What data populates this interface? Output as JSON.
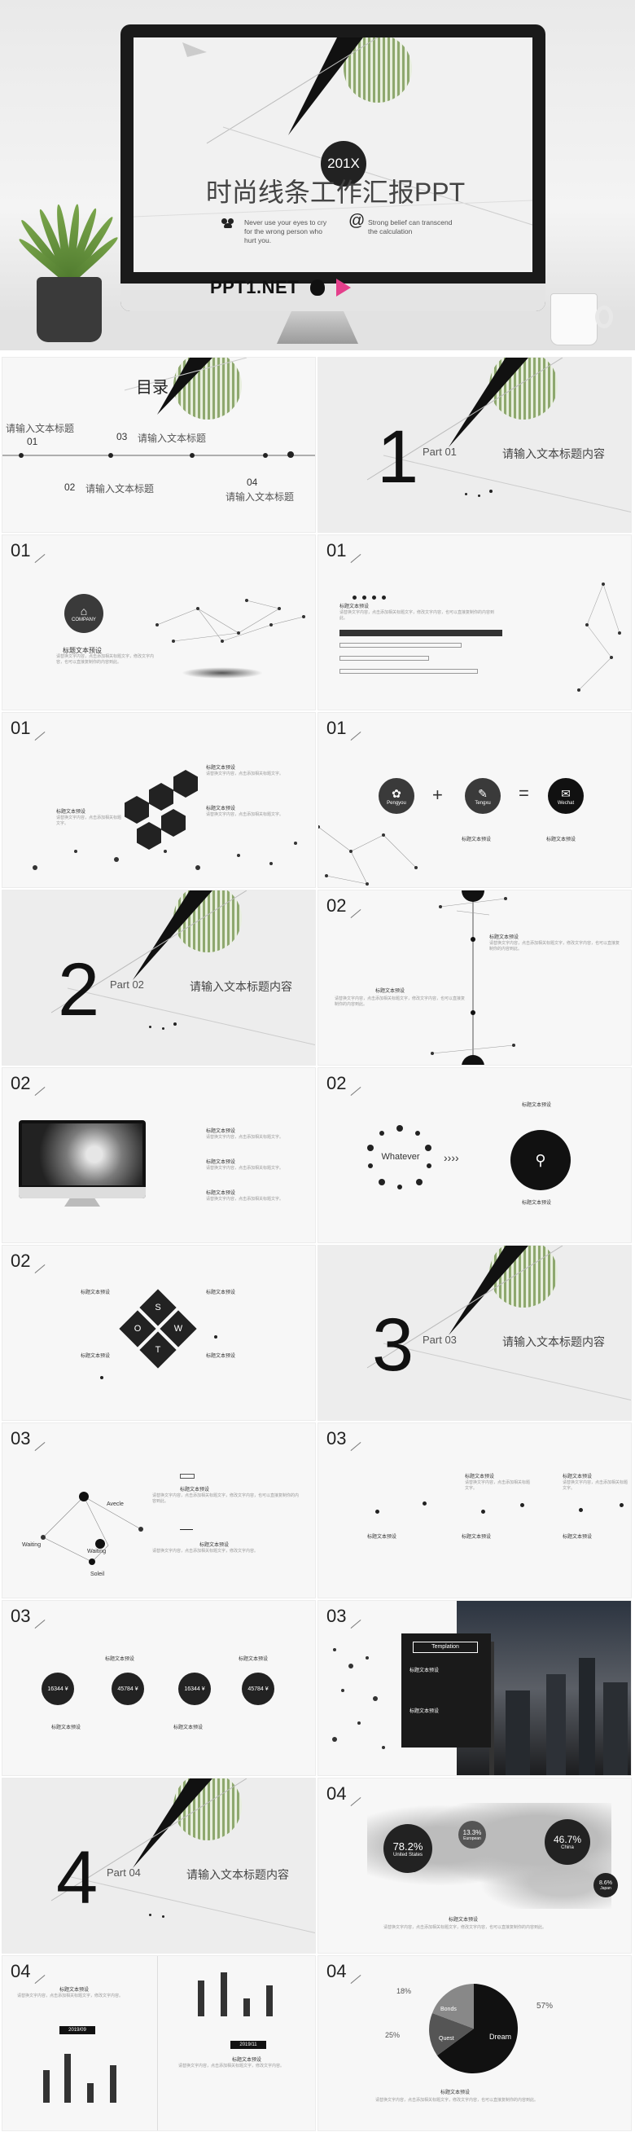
{
  "hero": {
    "badge": "201X",
    "title": "时尚线条工作汇报PPT",
    "note_left": "Never use your eyes to cry for the wrong person who hurt you.",
    "note_right": "Strong belief can transcend the calculation",
    "at_symbol": "@",
    "brand": "PPT1.NET"
  },
  "toc": {
    "title": "目录",
    "items": [
      {
        "num": "01",
        "label": "请输入文本标题"
      },
      {
        "num": "02",
        "label": "请输入文本标题"
      },
      {
        "num": "03",
        "label": "请输入文本标题"
      },
      {
        "num": "04",
        "label": "请输入文本标题"
      }
    ]
  },
  "sections": [
    {
      "big": "1",
      "part": "Part 01",
      "title": "请输入文本标题内容"
    },
    {
      "big": "2",
      "part": "Part 02",
      "title": "请输入文本标题内容"
    },
    {
      "big": "3",
      "part": "Part 03",
      "title": "请输入文本标题内容"
    },
    {
      "big": "4",
      "part": "Part 04",
      "title": "请输入文本标题内容"
    }
  ],
  "labels": {
    "n01": "01",
    "n02": "02",
    "n03": "03",
    "n04": "04",
    "heading": "标题文本预设",
    "company": "COMPANY",
    "pengyou": "Pengyou",
    "tengxu": "Tengxu",
    "wechat": "Wechat",
    "plus": "+",
    "equals": "=",
    "whatever": "Whatever",
    "arrows": "››››",
    "swot": [
      "S",
      "W",
      "O",
      "T"
    ],
    "avecle": "Avecle",
    "waiting": "Waiting",
    "waiting2": "Waiting",
    "soleil": "Soleil",
    "template": "Templation",
    "money": [
      "16344 ¥",
      "45784 ¥",
      "16344 ¥",
      "45784 ¥"
    ],
    "map": [
      {
        "pct": "78.2%",
        "name": "United States"
      },
      {
        "pct": "13.3%",
        "name": "European"
      },
      {
        "pct": "46.7%",
        "name": "China"
      },
      {
        "pct": "8.6%",
        "name": "Japan"
      }
    ],
    "date1": "2019/09",
    "date2": "2019/11",
    "pie": [
      {
        "pct": "18%",
        "name": "Bonds"
      },
      {
        "pct": "25%",
        "name": "Quest"
      },
      {
        "pct": "57%",
        "name": "Dream"
      }
    ]
  },
  "colors": {
    "accent_green": "#8ea86e",
    "dark": "#222222",
    "bg": "#f7f7f7"
  }
}
